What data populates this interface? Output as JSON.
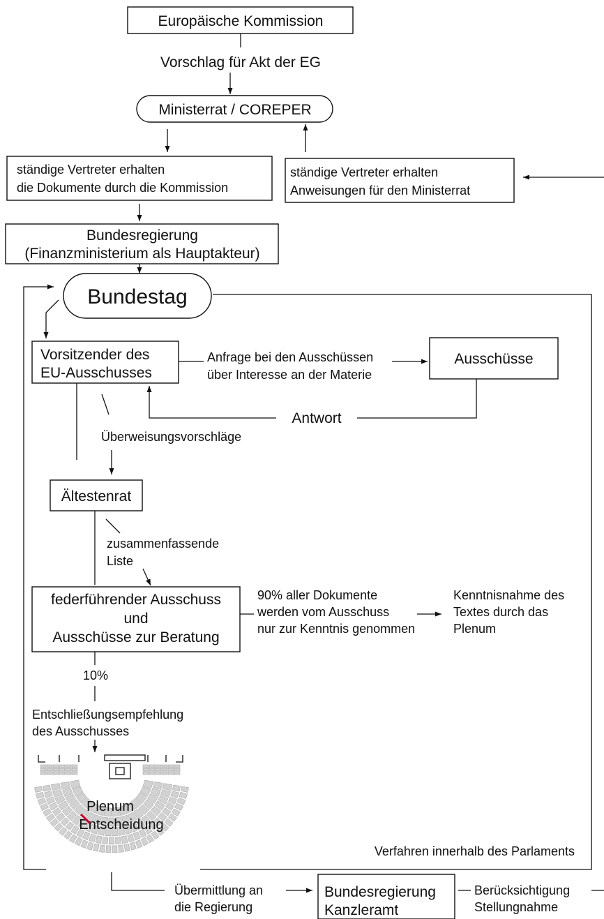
{
  "nodes": {
    "kommission": "Europäische Kommission",
    "vorschlag": "Vorschlag für Akt der EG",
    "ministerrat": "Ministerrat / COREPER",
    "vertreter_dok_1": "ständige Vertreter erhalten",
    "vertreter_dok_2": "die Dokumente durch die Kommission",
    "vertreter_anw_1": "ständige Vertreter erhalten",
    "vertreter_anw_2": "Anweisungen für den Ministerrat",
    "bundesregierung_1": "Bundesregierung",
    "bundesregierung_2": "(Finanzministerium als Hauptakteur)",
    "bundestag": "Bundestag",
    "vorsitzender_1": "Vorsitzender des",
    "vorsitzender_2": "EU-Ausschusses",
    "anfrage_1": "Anfrage bei den Ausschüssen",
    "anfrage_2": "über Interesse an der Materie",
    "ausschuesse": "Ausschüsse",
    "antwort": "Antwort",
    "ueberweisung": "Überweisungsvorschläge",
    "aeltestenrat": "Ältestenrat",
    "liste_1": "zusammenfassende",
    "liste_2": "Liste",
    "federfuehrend_1": "federführender Ausschuss",
    "federfuehrend_2": "und",
    "federfuehrend_3": "Ausschüsse zur Beratung",
    "dokumente_1": "90% aller Dokumente",
    "dokumente_2": "werden vom Ausschuss",
    "dokumente_3": "nur zur Kenntnis genommen",
    "kenntnis_1": "Kenntnisnahme des",
    "kenntnis_2": "Textes durch das",
    "kenntnis_3": "Plenum",
    "zehn_prozent": "10%",
    "empfehlung_1": "Entschließungsempfehlung",
    "empfehlung_2": "des Ausschusses",
    "plenum_1": "Plenum",
    "plenum_2": "Entscheidung",
    "verfahren": "Verfahren innerhalb des Parlaments",
    "uebermittlung_1": "Übermittlung an",
    "uebermittlung_2": "die Regierung",
    "kanzleramt_1": "Bundesregierung",
    "kanzleramt_2": "Kanzleramt",
    "stellungnahme_1": "Berücksichtigung",
    "stellungnahme_2": "Stellungnahme"
  },
  "colors": {
    "line": "#111111",
    "seats": "#d2d2d2",
    "highlight": "#c0002a"
  }
}
